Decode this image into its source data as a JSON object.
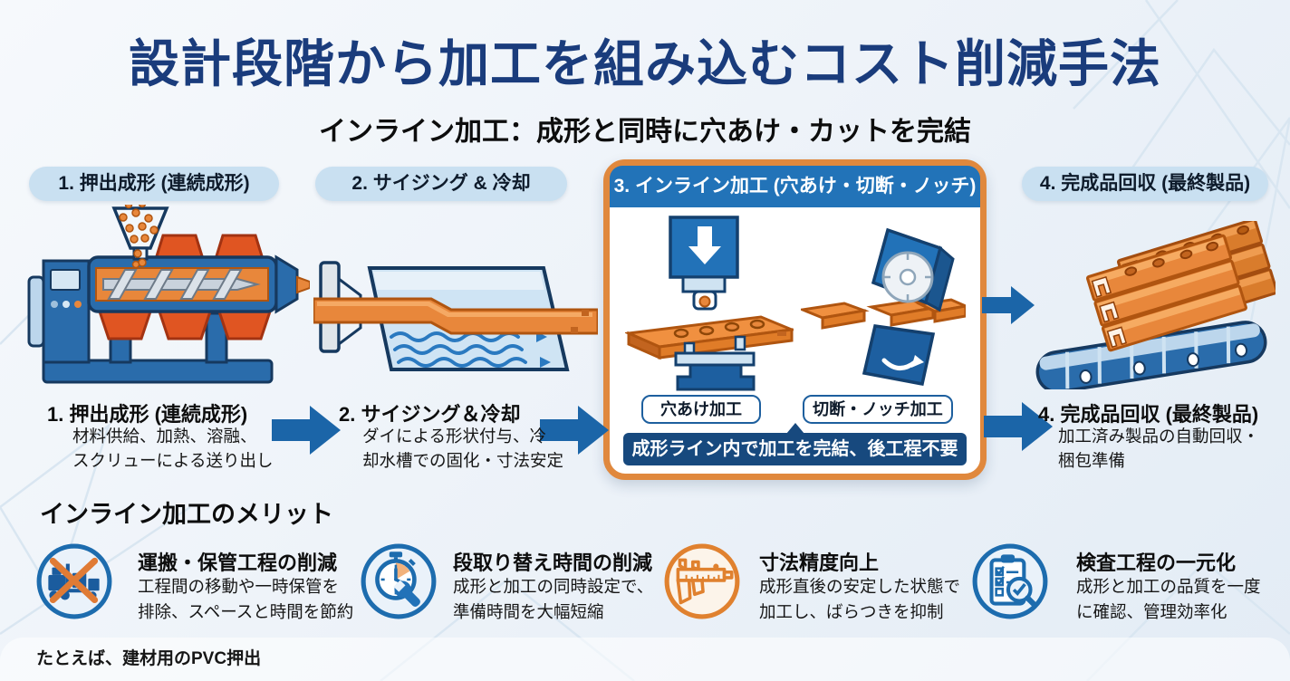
{
  "title": "設計段階から加工を組み込むコスト削減手法",
  "subtitle": "インライン加工：成形と同時に穴あけ・カットを完結",
  "steps": [
    {
      "badge": "1. 押出成形 (連続成形)",
      "heading": "1. 押出成形 (連続成形)",
      "desc_lines": [
        "材料供給、加熱、溶融、",
        "スクリューによる送り出し"
      ]
    },
    {
      "badge": "2. サイジング & 冷却",
      "heading": "2. サイジング＆冷却",
      "desc_lines": [
        "ダイによる形状付与、冷",
        "却水槽での固化・寸法安定"
      ]
    },
    {
      "badge": "3. インライン加工 (穴あけ・切断・ノッチ)",
      "labels": {
        "punch": "穴あけ加工",
        "cut": "切断・ノッチ加工"
      },
      "banner": "成形ライン内で加工を完結、後工程不要"
    },
    {
      "badge": "4. 完成品回収 (最終製品)",
      "heading": "4. 完成品回収 (最終製品)",
      "desc_lines": [
        "加工済み製品の自動回収・",
        "梱包準備"
      ]
    }
  ],
  "merits": {
    "heading": "インライン加工のメリット",
    "items": [
      {
        "icon": "no-transport-forklift-icon",
        "title": "運搬・保管工程の削減",
        "desc_lines": [
          "工程間の移動や一時保管を",
          "排除、スペースと時間を節約"
        ]
      },
      {
        "icon": "stopwatch-wrench-icon",
        "title": "段取り替え時間の削減",
        "desc_lines": [
          "成形と加工の同時設定で、",
          "準備時間を大幅短縮"
        ]
      },
      {
        "icon": "caliper-icon",
        "title": "寸法精度向上",
        "desc_lines": [
          "成形直後の安定した状態で",
          "加工し、ばらつきを抑制"
        ]
      },
      {
        "icon": "inspection-checklist-icon",
        "title": "検査工程の一元化",
        "desc_lines": [
          "成形と加工の品質を一度",
          "に確認、管理効率化"
        ]
      }
    ]
  },
  "footer_note": "たとえば、建材用のPVC押出",
  "colors": {
    "title_navy": "#1a3c7c",
    "accent_orange": "#e0883d",
    "process_blue": "#2273b8",
    "banner_navy": "#17497e",
    "arrow_blue": "#1b65a8",
    "badge_light_blue": "#c9e0f1",
    "profile_orange": "#e8873b",
    "heater_red": "#e05522"
  }
}
